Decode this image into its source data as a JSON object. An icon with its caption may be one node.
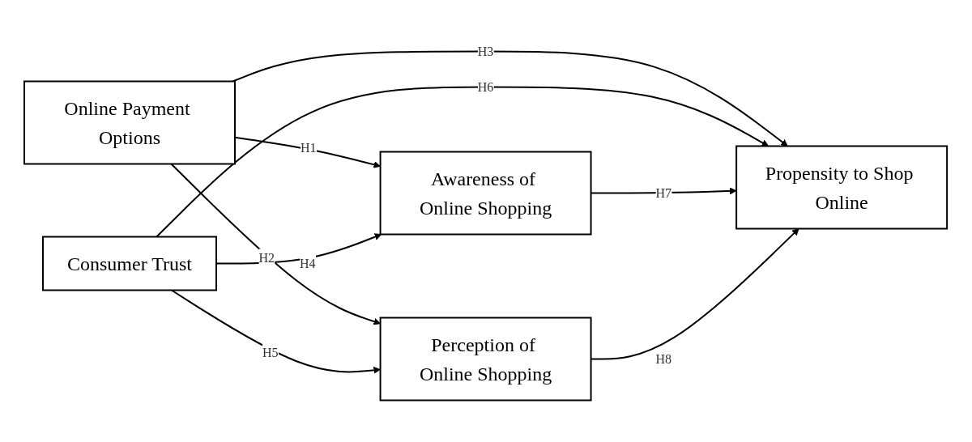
{
  "diagram": {
    "nodes": [
      {
        "text": [
          "Online Payment Options"
        ]
      },
      {
        "text": [
          "Consumer Trust"
        ]
      },
      {
        "text": [
          "Awareness of Online Shopping"
        ]
      },
      {
        "text": [
          "Perception of Online Shopping"
        ]
      },
      {
        "text": [
          "Propensity to Shop Online"
        ]
      }
    ],
    "edges": [
      {
        "from": 0,
        "to": 2,
        "arrow": "to",
        "label": "H1"
      },
      {
        "from": 0,
        "to": 3,
        "arrow": "to",
        "label": "H2"
      },
      {
        "from": 0,
        "to": 4,
        "arrow": "to",
        "label": "H3"
      },
      {
        "from": 1,
        "to": 2,
        "arrow": "to",
        "label": "H4"
      },
      {
        "from": 1,
        "to": 3,
        "arrow": "to",
        "label": "H5"
      },
      {
        "from": 1,
        "to": 4,
        "arrow": "to",
        "label": "H6"
      },
      {
        "from": 2,
        "to": 4,
        "arrow": "to",
        "label": "H7"
      },
      {
        "from": 3,
        "to": 4,
        "arrow": "to",
        "label": "H8"
      }
    ]
  }
}
